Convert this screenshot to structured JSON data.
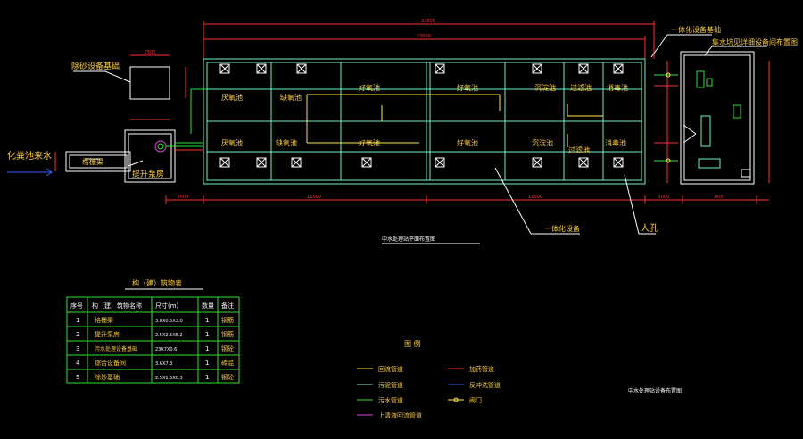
{
  "colors": {
    "background": "#000000",
    "wall": "#6ff0c8",
    "dim": "#ff3030",
    "label": "#ffd040",
    "pipe_green": "#30e030",
    "pipe_yellow": "#ffe84a",
    "callout": "#ffffff",
    "table_line": "#30e030",
    "magenta": "#e040e0",
    "blue": "#4060ff"
  },
  "labels": {
    "desander_base": "除砂设备基础",
    "inflow": "化粪池来水",
    "grille": "格栅渠",
    "lift_pump": "提升泵房",
    "integrated_base": "一体化设备基础",
    "equipment_room": "集水坑见详细设备间布置图",
    "integrated_equipment": "一体化设备",
    "manhole": "人孔",
    "plan_caption": "中水处理站平面布置图",
    "small_caption": "中水处理站设备布置图"
  },
  "tanks": {
    "top": [
      "厌氧池",
      "缺氧池",
      "好氧池",
      "好氧池",
      "沉淀池",
      "过滤池",
      "消毒池"
    ],
    "bottom": [
      "厌氧池",
      "缺氧池",
      "好氧池",
      "好氧池",
      "沉淀池",
      "过滤池",
      "消毒池"
    ]
  },
  "table": {
    "title": "构（建）筑物表",
    "headers": [
      "序号",
      "构（建）筑物名称",
      "尺寸(m)",
      "数量",
      "备注"
    ],
    "rows": [
      [
        "1",
        "格栅渠",
        "3.0X0.5X3.0",
        "1",
        "钢筋"
      ],
      [
        "2",
        "提升泵房",
        "2.5X2.5X5.2",
        "1",
        "钢筋"
      ],
      [
        "3",
        "污水处理设备基础",
        "23X7X0.6",
        "1",
        "钢砼"
      ],
      [
        "4",
        "综合设备间",
        "3.6X7.3",
        "1",
        "砖混"
      ],
      [
        "5",
        "除砂基础",
        "2.5X1.5X0.3",
        "1",
        "钢砼"
      ]
    ]
  },
  "legend": {
    "title": "图    例",
    "items": [
      {
        "label": "回流管道",
        "color": "#ffe84a"
      },
      {
        "label": "加药管道",
        "color": "#ff3030"
      },
      {
        "label": "污泥管道",
        "color": "#6ff0c8"
      },
      {
        "label": "反冲洗管道",
        "color": "#4060ff"
      },
      {
        "label": "污水管道",
        "color": "#30e030"
      },
      {
        "label": "阀门",
        "color": "#ffe84a"
      },
      {
        "label": "上清液回流管道",
        "color": "#e040e0"
      }
    ]
  }
}
